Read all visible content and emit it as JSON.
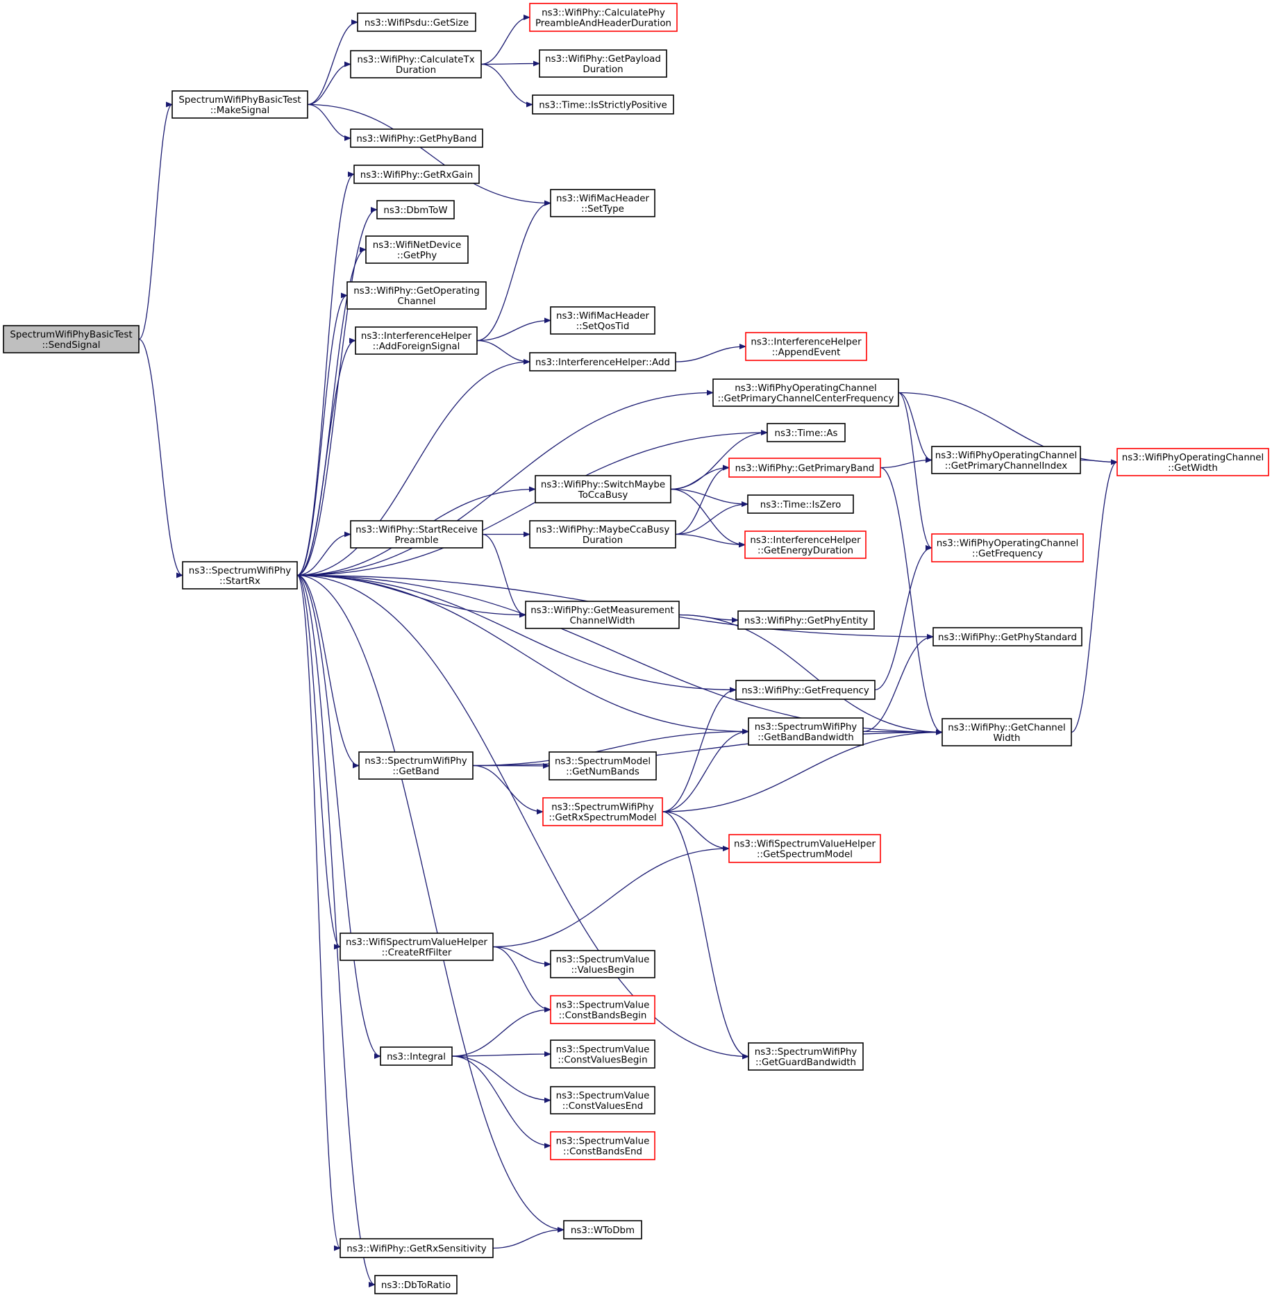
{
  "colors": {
    "edge": "#191970",
    "node_border": "#000000",
    "node_border_truncated": "#ff0000",
    "root_fill": "#bfbfbf",
    "node_fill": "#ffffff"
  },
  "nodes": [
    {
      "id": "root",
      "lines": [
        "SpectrumWifiPhyBasicTest",
        "::SendSignal"
      ],
      "root": true
    },
    {
      "id": "makesignal",
      "lines": [
        "SpectrumWifiPhyBasicTest",
        "::MakeSignal"
      ]
    },
    {
      "id": "startrx",
      "lines": [
        "ns3::SpectrumWifiPhy",
        "::StartRx"
      ]
    },
    {
      "id": "psdu_getsize",
      "lines": [
        "ns3::WifiPsdu::GetSize"
      ]
    },
    {
      "id": "calctx",
      "lines": [
        "ns3::WifiPhy::CalculateTx",
        "Duration"
      ]
    },
    {
      "id": "getphyband",
      "lines": [
        "ns3::WifiPhy::GetPhyBand"
      ]
    },
    {
      "id": "calcpre",
      "lines": [
        "ns3::WifiPhy::CalculatePhy",
        "PreambleAndHeaderDuration"
      ],
      "red": true
    },
    {
      "id": "getpayload",
      "lines": [
        "ns3::WifiPhy::GetPayload",
        "Duration"
      ]
    },
    {
      "id": "isstrict",
      "lines": [
        "ns3::Time::IsStrictlyPositive"
      ]
    },
    {
      "id": "settype",
      "lines": [
        "ns3::WifiMacHeader",
        "::SetType"
      ]
    },
    {
      "id": "getrxgain",
      "lines": [
        "ns3::WifiPhy::GetRxGain"
      ]
    },
    {
      "id": "dbmtow",
      "lines": [
        "ns3::DbmToW"
      ]
    },
    {
      "id": "netdev_getphy",
      "lines": [
        "ns3::WifiNetDevice",
        "::GetPhy"
      ]
    },
    {
      "id": "getopchan",
      "lines": [
        "ns3::WifiPhy::GetOperating",
        "Channel"
      ]
    },
    {
      "id": "addforeign",
      "lines": [
        "ns3::InterferenceHelper",
        "::AddForeignSignal"
      ]
    },
    {
      "id": "setqostid",
      "lines": [
        "ns3::WifiMacHeader",
        "::SetQosTid"
      ]
    },
    {
      "id": "ih_add",
      "lines": [
        "ns3::InterferenceHelper::Add"
      ]
    },
    {
      "id": "appendevent",
      "lines": [
        "ns3::InterferenceHelper",
        "::AppendEvent"
      ],
      "red": true
    },
    {
      "id": "primcenter",
      "lines": [
        "ns3::WifiPhyOperatingChannel",
        "::GetPrimaryChannelCenterFrequency"
      ]
    },
    {
      "id": "time_as",
      "lines": [
        "ns3::Time::As"
      ]
    },
    {
      "id": "switchcca",
      "lines": [
        "ns3::WifiPhy::SwitchMaybe",
        "ToCcaBusy"
      ]
    },
    {
      "id": "getprimband",
      "lines": [
        "ns3::WifiPhy::GetPrimaryBand"
      ],
      "red": true
    },
    {
      "id": "primindex",
      "lines": [
        "ns3::WifiPhyOperatingChannel",
        "::GetPrimaryChannelIndex"
      ]
    },
    {
      "id": "opchan_width",
      "lines": [
        "ns3::WifiPhyOperatingChannel",
        "::GetWidth"
      ],
      "red": true
    },
    {
      "id": "iszero",
      "lines": [
        "ns3::Time::IsZero"
      ]
    },
    {
      "id": "startrecv",
      "lines": [
        "ns3::WifiPhy::StartReceive",
        "Preamble"
      ]
    },
    {
      "id": "maybecca",
      "lines": [
        "ns3::WifiPhy::MaybeCcaBusy",
        "Duration"
      ]
    },
    {
      "id": "energydur",
      "lines": [
        "ns3::InterferenceHelper",
        "::GetEnergyDuration"
      ],
      "red": true
    },
    {
      "id": "opchan_freq",
      "lines": [
        "ns3::WifiPhyOperatingChannel",
        "::GetFrequency"
      ],
      "red": true
    },
    {
      "id": "measwidth",
      "lines": [
        "ns3::WifiPhy::GetMeasurement",
        "ChannelWidth"
      ]
    },
    {
      "id": "getphyentity",
      "lines": [
        "ns3::WifiPhy::GetPhyEntity"
      ]
    },
    {
      "id": "getphystd",
      "lines": [
        "ns3::WifiPhy::GetPhyStandard"
      ]
    },
    {
      "id": "getfreq",
      "lines": [
        "ns3::WifiPhy::GetFrequency"
      ]
    },
    {
      "id": "bandbw",
      "lines": [
        "ns3::SpectrumWifiPhy",
        "::GetBandBandwidth"
      ]
    },
    {
      "id": "chanwidth",
      "lines": [
        "ns3::WifiPhy::GetChannel",
        "Width"
      ]
    },
    {
      "id": "getband",
      "lines": [
        "ns3::SpectrumWifiPhy",
        "::GetBand"
      ]
    },
    {
      "id": "numbands",
      "lines": [
        "ns3::SpectrumModel",
        "::GetNumBands"
      ]
    },
    {
      "id": "rxspec",
      "lines": [
        "ns3::SpectrumWifiPhy",
        "::GetRxSpectrumModel"
      ],
      "red": true
    },
    {
      "id": "wsv_specmodel",
      "lines": [
        "ns3::WifiSpectrumValueHelper",
        "::GetSpectrumModel"
      ],
      "red": true
    },
    {
      "id": "rffilter",
      "lines": [
        "ns3::WifiSpectrumValueHelper",
        "::CreateRfFilter"
      ]
    },
    {
      "id": "valbegin",
      "lines": [
        "ns3::SpectrumValue",
        "::ValuesBegin"
      ]
    },
    {
      "id": "cbandsbegin",
      "lines": [
        "ns3::SpectrumValue",
        "::ConstBandsBegin"
      ],
      "red": true
    },
    {
      "id": "integral",
      "lines": [
        "ns3::Integral"
      ]
    },
    {
      "id": "cvalbegin",
      "lines": [
        "ns3::SpectrumValue",
        "::ConstValuesBegin"
      ]
    },
    {
      "id": "guardbw",
      "lines": [
        "ns3::SpectrumWifiPhy",
        "::GetGuardBandwidth"
      ]
    },
    {
      "id": "cvalend",
      "lines": [
        "ns3::SpectrumValue",
        "::ConstValuesEnd"
      ]
    },
    {
      "id": "cbandsend",
      "lines": [
        "ns3::SpectrumValue",
        "::ConstBandsEnd"
      ],
      "red": true
    },
    {
      "id": "wtodbm",
      "lines": [
        "ns3::WToDbm"
      ]
    },
    {
      "id": "rxsens",
      "lines": [
        "ns3::WifiPhy::GetRxSensitivity"
      ]
    },
    {
      "id": "dbtoratio",
      "lines": [
        "ns3::DbToRatio"
      ]
    }
  ],
  "edges": [
    [
      "root",
      "makesignal"
    ],
    [
      "root",
      "startrx"
    ],
    [
      "makesignal",
      "psdu_getsize"
    ],
    [
      "makesignal",
      "calctx"
    ],
    [
      "makesignal",
      "settype"
    ],
    [
      "makesignal",
      "getphyband"
    ],
    [
      "calctx",
      "calcpre"
    ],
    [
      "calctx",
      "getpayload"
    ],
    [
      "calctx",
      "isstrict"
    ],
    [
      "startrx",
      "getrxgain"
    ],
    [
      "startrx",
      "dbmtow"
    ],
    [
      "startrx",
      "netdev_getphy"
    ],
    [
      "startrx",
      "getopchan"
    ],
    [
      "startrx",
      "addforeign"
    ],
    [
      "startrx",
      "ih_add"
    ],
    [
      "startrx",
      "primcenter"
    ],
    [
      "startrx",
      "time_as"
    ],
    [
      "startrx",
      "switchcca"
    ],
    [
      "startrx",
      "startrecv"
    ],
    [
      "startrx",
      "getphystd"
    ],
    [
      "startrx",
      "measwidth"
    ],
    [
      "startrx",
      "getfreq"
    ],
    [
      "startrx",
      "bandbw"
    ],
    [
      "startrx",
      "getband"
    ],
    [
      "startrx",
      "chanwidth"
    ],
    [
      "startrx",
      "rffilter"
    ],
    [
      "startrx",
      "integral"
    ],
    [
      "startrx",
      "guardbw"
    ],
    [
      "startrx",
      "wtodbm"
    ],
    [
      "startrx",
      "rxsens"
    ],
    [
      "startrx",
      "dbtoratio"
    ],
    [
      "addforeign",
      "settype"
    ],
    [
      "addforeign",
      "setqostid"
    ],
    [
      "addforeign",
      "ih_add"
    ],
    [
      "ih_add",
      "appendevent"
    ],
    [
      "primcenter",
      "primindex"
    ],
    [
      "primcenter",
      "opchan_width"
    ],
    [
      "primcenter",
      "opchan_freq"
    ],
    [
      "primindex",
      "opchan_width"
    ],
    [
      "switchcca",
      "time_as"
    ],
    [
      "switchcca",
      "getprimband"
    ],
    [
      "switchcca",
      "iszero"
    ],
    [
      "switchcca",
      "energydur"
    ],
    [
      "getprimband",
      "primindex"
    ],
    [
      "getprimband",
      "chanwidth"
    ],
    [
      "startrecv",
      "maybecca"
    ],
    [
      "startrecv",
      "measwidth"
    ],
    [
      "maybecca",
      "getprimband"
    ],
    [
      "maybecca",
      "iszero"
    ],
    [
      "maybecca",
      "energydur"
    ],
    [
      "measwidth",
      "getphyentity"
    ],
    [
      "measwidth",
      "chanwidth"
    ],
    [
      "getfreq",
      "opchan_freq"
    ],
    [
      "bandbw",
      "getphystd"
    ],
    [
      "bandbw",
      "chanwidth"
    ],
    [
      "chanwidth",
      "opchan_width"
    ],
    [
      "getband",
      "bandbw"
    ],
    [
      "getband",
      "numbands"
    ],
    [
      "getband",
      "rxspec"
    ],
    [
      "getband",
      "chanwidth"
    ],
    [
      "rxspec",
      "getfreq"
    ],
    [
      "rxspec",
      "bandbw"
    ],
    [
      "rxspec",
      "chanwidth"
    ],
    [
      "rxspec",
      "wsv_specmodel"
    ],
    [
      "rxspec",
      "guardbw"
    ],
    [
      "rffilter",
      "wsv_specmodel"
    ],
    [
      "rffilter",
      "valbegin"
    ],
    [
      "rffilter",
      "cbandsbegin"
    ],
    [
      "integral",
      "cbandsbegin"
    ],
    [
      "integral",
      "cvalbegin"
    ],
    [
      "integral",
      "cvalend"
    ],
    [
      "integral",
      "cbandsend"
    ],
    [
      "rxsens",
      "wtodbm"
    ]
  ]
}
